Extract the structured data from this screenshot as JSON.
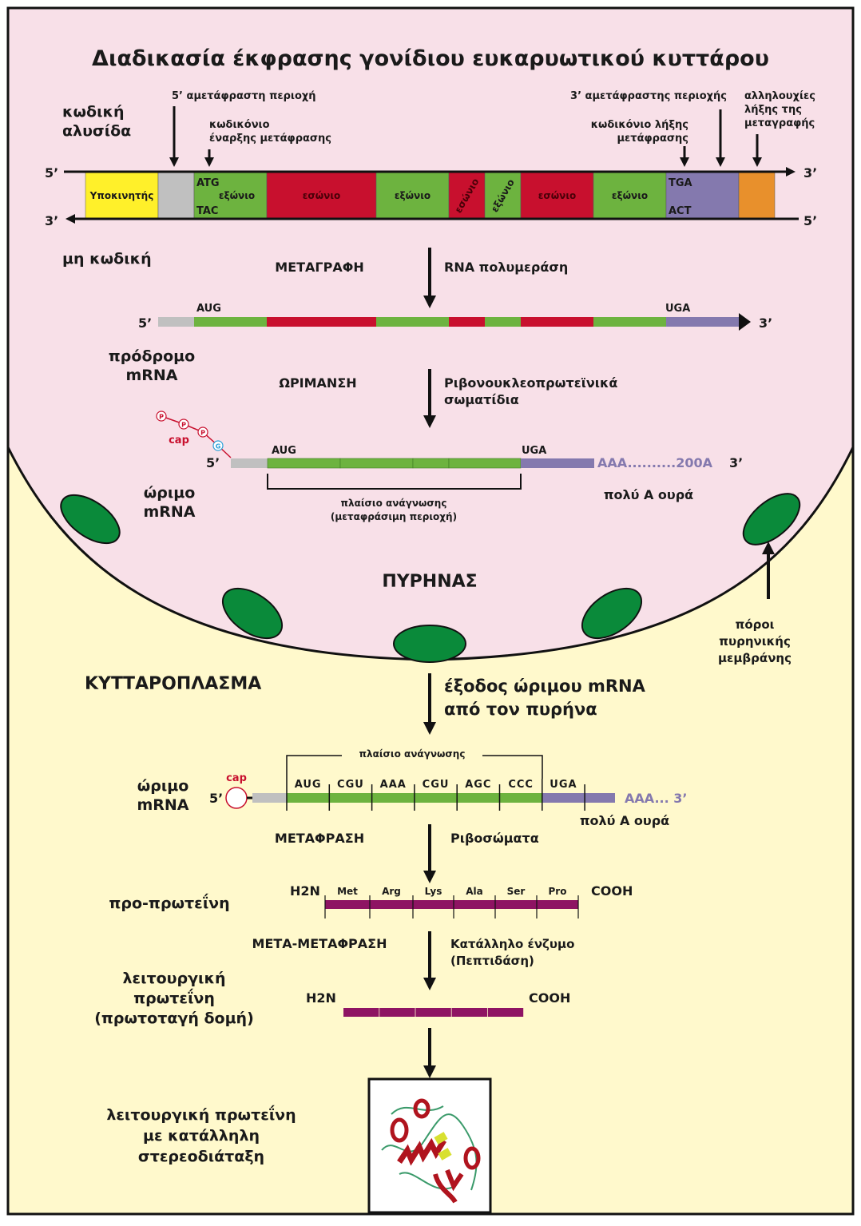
{
  "title": "Διαδικασία έκφρασης γονίδιου ευκαρυωτικού κυττάρου",
  "colors": {
    "nucleus_bg": "#f8e0e8",
    "cytoplasm_bg": "#fff9cc",
    "promoter": "#fff02a",
    "utr5": "#c0c0c0",
    "exon": "#6db33f",
    "intron": "#c8102e",
    "utr3": "#8479ae",
    "termination": "#e8902c",
    "protein": "#8e1463",
    "pore": "#0a8a3a",
    "cap": "#c8102e",
    "guanine": "#2aa0d8",
    "polyA_text": "#8479ae"
  },
  "dna": {
    "strand_labels": {
      "coding": "κωδική\nαλυσίδα",
      "noncoding": "μη κωδική"
    },
    "coding_ends": {
      "left": "5’",
      "right": "3’"
    },
    "noncoding_ends": {
      "left": "3’",
      "right": "5’"
    },
    "annotations": {
      "utr5": "5’ αμετάφραστη περιοχή",
      "start_codon": "κωδικόνιο\nέναρξης μετάφρασης",
      "utr3": "3’ αμετάφραστης περιοχής",
      "stop_codon": "κωδικόνιο λήξης\nμετάφρασης",
      "termination": "αλληλουχίες\nλήξης της\nμεταγραφής"
    },
    "segments": [
      {
        "type": "promoter",
        "label": "Υποκινητής"
      },
      {
        "type": "utr5",
        "label": ""
      },
      {
        "type": "exon",
        "label": "εξώνιο",
        "top": "ATG",
        "bottom": "TAC"
      },
      {
        "type": "intron",
        "label": "εσώνιο"
      },
      {
        "type": "exon",
        "label": "εξώνιο"
      },
      {
        "type": "intron",
        "label": "εσώνιο",
        "rotated": true
      },
      {
        "type": "exon",
        "label": "εξώνιο",
        "rotated": true
      },
      {
        "type": "intron",
        "label": "εσώνιο"
      },
      {
        "type": "exon",
        "label": "εξώνιο"
      },
      {
        "type": "utr3",
        "label": "",
        "top": "TGA",
        "bottom": "ACT"
      },
      {
        "type": "termination",
        "label": ""
      }
    ]
  },
  "transcription": {
    "step": "ΜΕΤΑΓΡΑΦΗ",
    "agent": "RNA πολυμεράση"
  },
  "pre_mrna": {
    "label": "πρόδρομο\nmRNA",
    "left_end": "5’",
    "right_end": "3’",
    "start_codon": "AUG",
    "stop_codon": "UGA"
  },
  "maturation": {
    "step": "ΩΡΙΜΑΝΣΗ",
    "agent": "Ριβονουκλεοπρωτεϊνικά\nσωματίδια"
  },
  "mature_mrna_nucleus": {
    "label": "ώριμο\nmRNA",
    "cap_label": "cap",
    "cap_nodes": [
      "P",
      "P",
      "P",
      "G"
    ],
    "left_end": "5’",
    "start_codon": "AUG",
    "stop_codon": "UGA",
    "polyA": "AAA..........200A",
    "right_end": "3’",
    "reading_frame": "πλαίσιο ανάγνωσης\n(μεταφράσιμη περιοχή)",
    "polyA_tail": "πολύ Α ουρά"
  },
  "nucleus": {
    "label": "ΠΥΡΗΝΑΣ",
    "pores_label": "πόροι\nπυρηνικής\nμεμβράνης"
  },
  "cytoplasm": {
    "label": "ΚΥΤΤΑΡΟΠΛΑΣΜΑ",
    "export": "έξοδος ώριμου mRNA\nαπό τον πυρήνα"
  },
  "mature_mrna_cytoplasm": {
    "label": "ώριμο\nmRNA",
    "cap_label": "cap",
    "left_end": "5’",
    "reading_frame": "πλαίσιο ανάγνωσης",
    "codons": [
      "AUG",
      "CGU",
      "AAA",
      "CGU",
      "AGC",
      "CCC"
    ],
    "stop_codon": "UGA",
    "polyA": "AAA... 3’",
    "polyA_tail": "πολύ Α ουρά"
  },
  "translation": {
    "step": "ΜΕΤΑΦΡΑΣΗ",
    "agent": "Ριβοσώματα"
  },
  "pro_protein": {
    "label": "προ-πρωτεΐνη",
    "n_term": "H2N",
    "c_term": "COOH",
    "amino_acids": [
      "Met",
      "Arg",
      "Lys",
      "Ala",
      "Ser",
      "Pro"
    ]
  },
  "post_translation": {
    "step": "ΜΕΤΑ-ΜΕΤΑΦΡΑΣΗ",
    "agent": "Κατάλληλο ένζυμο\n(Πεπτιδάση)"
  },
  "functional_protein": {
    "label": "λειτουργική\nπρωτεΐνη\n(πρωτοταγή δομή)",
    "n_term": "H2N",
    "c_term": "COOH",
    "residue_count": 5
  },
  "folded_protein": {
    "label": "λειτουργική πρωτεΐνη\nμε κατάλληλη\nστερεοδιάταξη"
  }
}
